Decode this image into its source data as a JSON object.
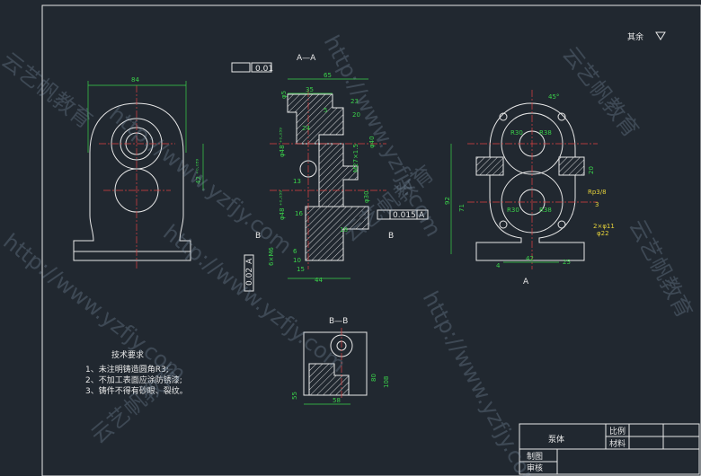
{
  "corner_note": "其余",
  "section_aa": {
    "label": "A—A",
    "cut_marker": "A"
  },
  "section_bb": {
    "label": "B—B"
  },
  "view_right": {
    "cut_marker": "A"
  },
  "cut_b_marker": "B",
  "dims_left": {
    "width": "84",
    "bore": "42 ⁺⁰·⁰³⁹"
  },
  "dims_section": {
    "overall": "65",
    "d35": "35",
    "d23": "23",
    "d20": "20",
    "d24": "24",
    "d5": "5",
    "d13": "13",
    "d18": "18",
    "d16": "16",
    "d44": "44",
    "d15": "15",
    "d10": "10",
    "d6": "6",
    "phi40": "φ40",
    "thread": "M27×1.5",
    "phi30": "φ30",
    "phi48a": "φ48 ⁺⁰·⁰³⁹",
    "phi48b": "φ48 ⁺⁰·⁰³⁹",
    "phi5": "φ5",
    "m6": "6×M6",
    "flat": "0.01",
    "perp": "0.015",
    "perp_ref": "A",
    "flat_side": "0.02",
    "flat_side_ref": "A"
  },
  "dims_right": {
    "angle": "45°",
    "r30a": "R30",
    "r38a": "R38",
    "r30b": "R30",
    "r38b": "R38",
    "d92": "92",
    "d71": "71",
    "d20": "20",
    "d42": "42",
    "d4": "4",
    "d25": "25",
    "thread": "Rp3/8",
    "holes": "2×φ11",
    "counter": "φ22",
    "d3": "3"
  },
  "dims_bb": {
    "d80": "80",
    "d108": "108",
    "d55": "55",
    "d58": "58"
  },
  "tech": {
    "title": "技术要求",
    "items": [
      "1、未注明铸造圆角R3;",
      "2、不加工表面应涂防锈漆;",
      "3、铸件不得有砂眼、裂纹。"
    ]
  },
  "title_block": {
    "part_name": "泵体",
    "scale_label": "比例",
    "material_label": "材料",
    "drawn_label": "制图",
    "checked_label": "审核"
  },
  "watermarks": [
    "http://www.yzfjy.com",
    "云艺帆教育"
  ]
}
